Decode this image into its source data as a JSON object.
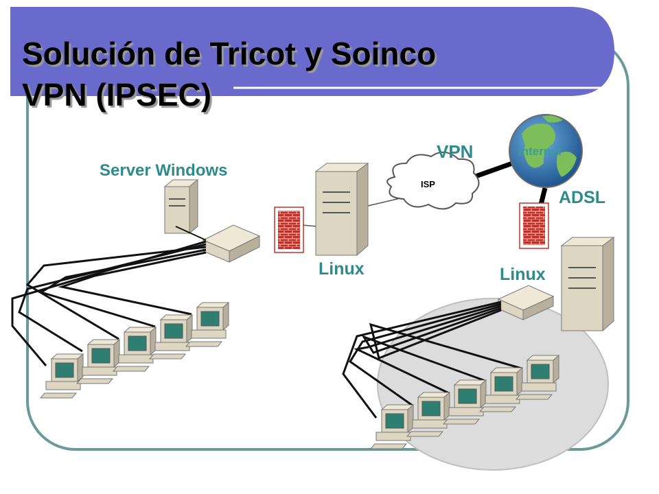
{
  "title": {
    "line1": "Solución de Tricot y Soinco",
    "line2": "VPN (IPSEC)"
  },
  "labels": {
    "server_windows": "Server Windows",
    "linux_left": "Linux",
    "linux_right": "Linux",
    "vpn": "VPN",
    "internet": "Internet",
    "adsl": "ADSL",
    "isp": "ISP"
  },
  "colors": {
    "title_bar": "#6a6acd",
    "frame": "#6a9a9a",
    "label_text": "#2e8b8b",
    "firewall": "#b22222",
    "lan_ellipse": "#dcdcdc"
  },
  "icons": {
    "globe": "globe-icon",
    "cloud": "cloud-icon",
    "firewall": "firewall-icon",
    "server": "server-tower-icon",
    "hub": "network-hub-icon",
    "workstation": "computer-icon"
  }
}
